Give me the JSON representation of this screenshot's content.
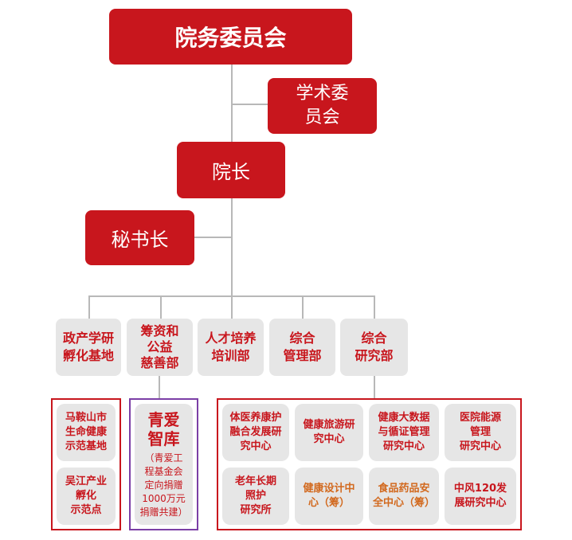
{
  "top": {
    "council": "院务委员会",
    "academic_committee": "学术委\n员会",
    "dean": "院长",
    "secretary_general": "秘书长"
  },
  "departments": [
    "政产学研\n孵化基地",
    "筹资和\n公益\n慈善部",
    "人才培养\n培训部",
    "综合\n管理部",
    "综合\n研究部"
  ],
  "incubation_bases": [
    "马鞍山市\n生命健康\n示范基地",
    "吴江产业\n孵化\n示范点"
  ],
  "think_tank": {
    "title": "青爱\n智库",
    "note": "（青爱工\n程基金会\n定向捐赠\n1000万元\n捐赠共建）"
  },
  "research_centers": [
    "体医养康护\n融合发展研\n究中心",
    "健康旅游研\n究中心",
    "健康大数据\n与循证管理\n研究中心",
    "医院能源\n管理\n研究中心",
    "老年长期\n照护\n研究所",
    "健康设计中\n心（筹）",
    "食品药品安\n全中心（筹）",
    "中风120发\n展研究中心"
  ],
  "colors": {
    "brand_red": "#c8161d",
    "box_gray": "#e6e6e6",
    "connector_gray": "#b8b8b8",
    "frame_purple": "#7b3fa6",
    "highlight_orange": "#d2691e"
  }
}
